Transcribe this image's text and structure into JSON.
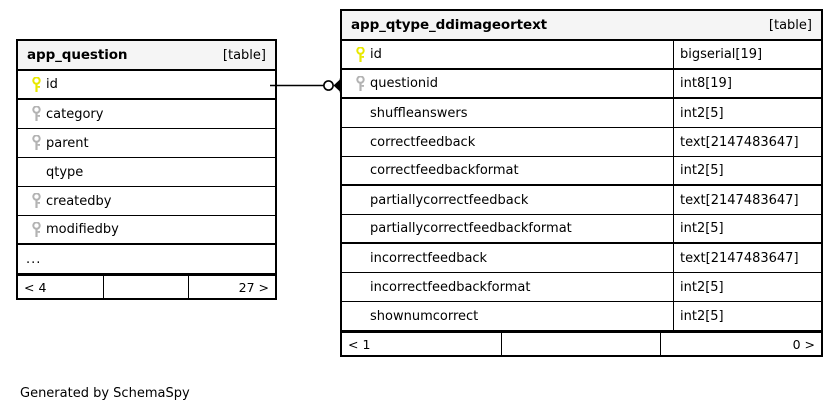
{
  "diagram": {
    "caption": "Generated by SchemaSpy",
    "type_tag": "[table]"
  },
  "tables": [
    {
      "id": "app_question",
      "name": "app_question",
      "tag": "[table]",
      "columns": [
        {
          "name": "id",
          "key": "primary",
          "type": ""
        },
        {
          "name": "category",
          "key": "foreign",
          "type": ""
        },
        {
          "name": "parent",
          "key": "foreign",
          "type": ""
        },
        {
          "name": "qtype",
          "key": "none",
          "type": ""
        },
        {
          "name": "createdby",
          "key": "foreign",
          "type": ""
        },
        {
          "name": "modifiedby",
          "key": "foreign",
          "type": ""
        }
      ],
      "truncation_marker": "...",
      "footer": {
        "left": "< 4",
        "center": "",
        "right": "27 >"
      }
    },
    {
      "id": "app_qtype_ddimageortext",
      "name": "app_qtype_ddimageortext",
      "tag": "[table]",
      "columns": [
        {
          "name": "id",
          "key": "primary",
          "type": "bigserial[19]"
        },
        {
          "name": "questionid",
          "key": "foreign",
          "type": "int8[19]"
        },
        {
          "name": "shuffleanswers",
          "key": "none",
          "type": "int2[5]"
        },
        {
          "name": "correctfeedback",
          "key": "none",
          "type": "text[2147483647]"
        },
        {
          "name": "correctfeedbackformat",
          "key": "none",
          "type": "int2[5]"
        },
        {
          "name": "partiallycorrectfeedback",
          "key": "none",
          "type": "text[2147483647]"
        },
        {
          "name": "partiallycorrectfeedbackformat",
          "key": "none",
          "type": "int2[5]"
        },
        {
          "name": "incorrectfeedback",
          "key": "none",
          "type": "text[2147483647]"
        },
        {
          "name": "incorrectfeedbackformat",
          "key": "none",
          "type": "int2[5]"
        },
        {
          "name": "shownumcorrect",
          "key": "none",
          "type": "int2[5]"
        }
      ],
      "footer": {
        "left": "< 1",
        "center": "",
        "right": "0 >"
      }
    }
  ],
  "relationship": {
    "from_table": "app_question",
    "from_column": "id",
    "to_table": "app_qtype_ddimageortext",
    "to_column": "questionid",
    "notation": "crows-foot-optional"
  },
  "colors": {
    "primary_key": "#e8e800",
    "foreign_key": "#b3b3b3",
    "border": "#000000",
    "header_background": "#f5f5f5",
    "page_background": "#ffffff"
  }
}
